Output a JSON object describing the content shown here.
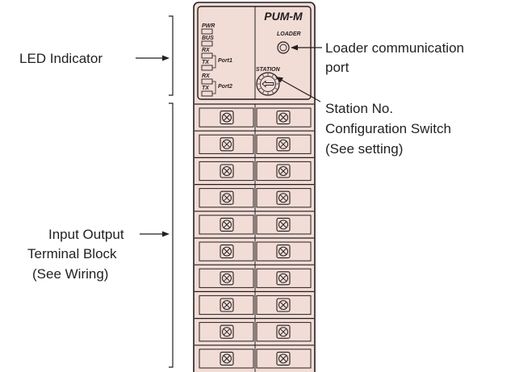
{
  "module": {
    "model": "PUM-M",
    "body_color": "#f2dcd6",
    "outline_color": "#231f20"
  },
  "leds": [
    {
      "label": "PWR"
    },
    {
      "label": "BUS"
    },
    {
      "label": "RX"
    },
    {
      "label": "TX",
      "port": "Port1"
    },
    {
      "label": "RX"
    },
    {
      "label": "TX",
      "port": "Port2"
    }
  ],
  "loader_label": "LOADER",
  "station_label": "STATION",
  "terminal_rows": 10,
  "callouts": {
    "led": "LED Indicator",
    "loader": [
      "Loader communication",
      "port"
    ],
    "station": [
      "Station No.",
      "Configuration Switch",
      "(See setting)"
    ],
    "terminal": [
      "Input Output",
      "Terminal Block",
      "(See Wiring)"
    ]
  }
}
